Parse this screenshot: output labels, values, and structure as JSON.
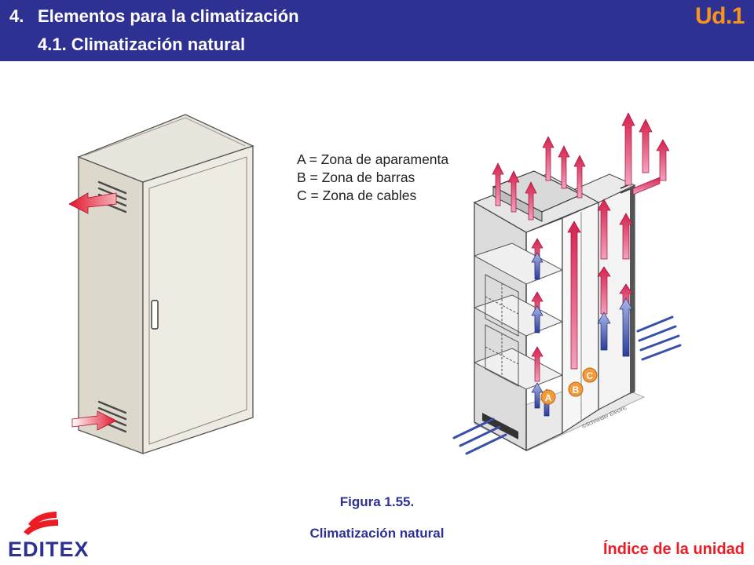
{
  "header": {
    "section_number": "4.",
    "section_title": "Elementos para la climatización",
    "subsection_title": "4.1. Climatización natural",
    "unit_label": "Ud.1"
  },
  "legend": {
    "a": "A = Zona de aparamenta",
    "b": "B = Zona de barras",
    "c": "C = Zona de cables"
  },
  "zone_markers": {
    "a": "A",
    "b": "B",
    "c": "C"
  },
  "watermark": "©Schneider Electric",
  "caption": {
    "figure_number": "Figura 1.55.",
    "figure_title": "Climatización natural"
  },
  "footer": {
    "logo_text": "EDITEX",
    "index_link": "Índice de la unidad"
  },
  "colors": {
    "header_bg": "#2e3192",
    "unit_label": "#f7941d",
    "index_link": "#ed1c24",
    "hot_air": "#e04070",
    "cold_air": "#3a4fa8",
    "zone_marker": "#f39a3a"
  }
}
